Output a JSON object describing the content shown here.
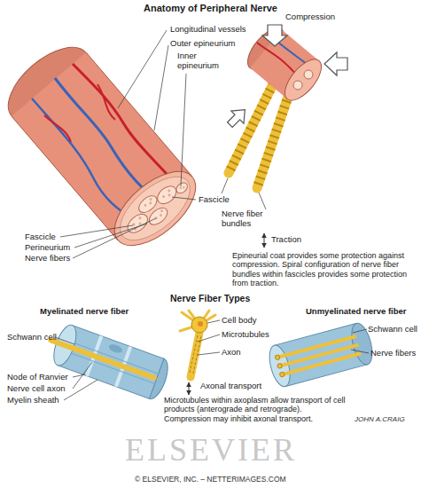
{
  "diagram": {
    "title": "Anatomy of Peripheral Nerve",
    "caption": "© ELSEVIER, INC. – NETTERIMAGES.COM",
    "labels": [
      "Compression",
      "Longitudinal vessels",
      "Outer epineurium",
      "Inner epineurium",
      "Fascicle",
      "Nerve fiber bundles",
      "Traction",
      "Fascicle",
      "Perineurium",
      "Nerve fibers",
      "Epineurial coat provides some protection against compression. Spiral configuration of nerve fiber bundles within fascicles provides some protection from traction.",
      "Nerve Fiber Types",
      "Myelinated nerve fiber",
      "Unmyelinated nerve fiber",
      "Schwann cell",
      "Node of Ranvier",
      "Nerve cell axon",
      "Myelin sheath",
      "Cell body",
      "Microtubules",
      "Axon",
      "Axonal transport",
      "Microtubules within axoplasm allow transport of cell products (anterograde and retrograde). Compression may inhibit axonal transport.",
      "Schwann cell",
      "Nerve fibers",
      "JOHN A.CRAIG",
      "ELSEVIER"
    ]
  }
}
